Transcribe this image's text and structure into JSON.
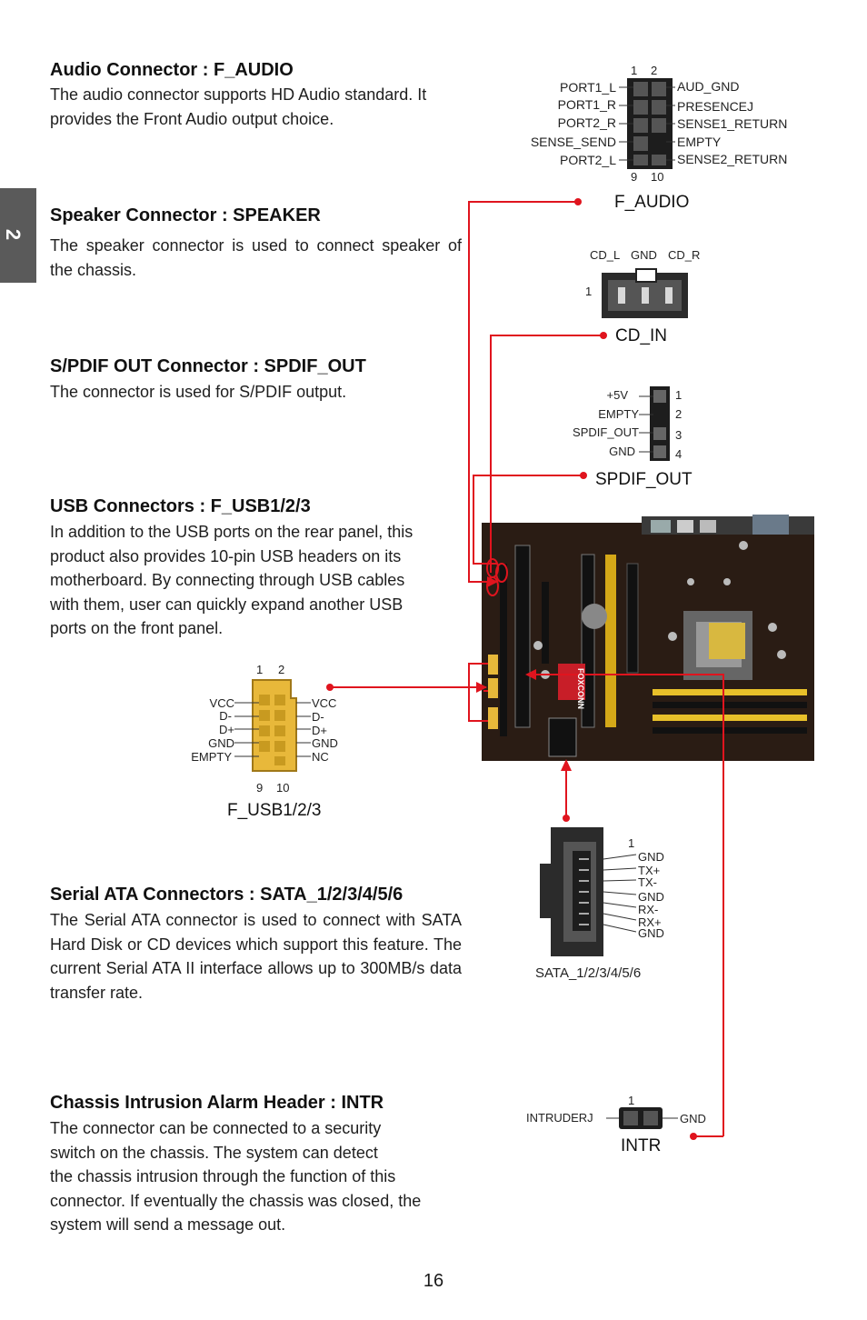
{
  "side_tab": "2",
  "page_number": "16",
  "sections": {
    "audio": {
      "title": "Audio Connector : F_AUDIO",
      "body": "The audio connector supports HD Audio standard. It provides the Front Audio output choice."
    },
    "speaker": {
      "title": "Speaker Connector : SPEAKER",
      "body": "The speaker connector is used to connect speaker of the chassis."
    },
    "spdif": {
      "title": "S/PDIF OUT Connector : SPDIF_OUT",
      "body": "The connector is used for S/PDIF output."
    },
    "usb": {
      "title": "USB Connectors : F_USB1/2/3",
      "lines": [
        "In addition to the USB ports on the rear panel, this",
        "product also provides 10-pin USB headers on its",
        "motherboard. By connecting through USB cables",
        "with them, user can quickly expand another USB",
        "ports on the front panel."
      ]
    },
    "sata": {
      "title": "Serial ATA Connectors : SATA_1/2/3/4/5/6",
      "body": "The Serial ATA connector is used to connect with SATA Hard Disk or CD devices which support this feature. The current Serial ATA II interface allows up to 300MB/s data transfer rate."
    },
    "intr": {
      "title": "Chassis Intrusion Alarm Header : INTR",
      "lines": [
        "The connector can be connected to a security",
        "switch on the chassis. The system can detect",
        "the chassis intrusion through the function of this",
        "connector. If eventually the chassis was closed, the",
        "system will send a message out."
      ]
    }
  },
  "diagrams": {
    "f_audio": {
      "caption": "F_AUDIO",
      "pin_top": [
        "1",
        "2"
      ],
      "pin_bottom": [
        "9",
        "10"
      ],
      "left_pins": [
        "PORT1_L",
        "PORT1_R",
        "PORT2_R",
        "SENSE_SEND",
        "PORT2_L"
      ],
      "right_pins": [
        "AUD_GND",
        "PRESENCEJ",
        "SENSE1_RETURN",
        "EMPTY",
        "SENSE2_RETURN"
      ]
    },
    "cd_in": {
      "caption": "CD_IN",
      "pins": [
        "CD_L",
        "GND",
        "CD_R"
      ],
      "pin_one": "1"
    },
    "spdif_out": {
      "caption": "SPDIF_OUT",
      "pins": [
        "+5V",
        "EMPTY",
        "SPDIF_OUT",
        "GND"
      ],
      "numbers": [
        "1",
        "2",
        "3",
        "4"
      ]
    },
    "f_usb": {
      "caption": "F_USB1/2/3",
      "pin_top": [
        "1",
        "2"
      ],
      "pin_bottom": [
        "9",
        "10"
      ],
      "left_pins": [
        "VCC",
        "D-",
        "D+",
        "GND",
        "EMPTY"
      ],
      "right_pins": [
        "VCC",
        "D-",
        "D+",
        "GND",
        "NC"
      ]
    },
    "sata": {
      "caption": "SATA_1/2/3/4/5/6",
      "pin_one": "1",
      "pins": [
        "GND",
        "TX+",
        "TX-",
        "GND",
        "RX-",
        "RX+",
        "GND"
      ]
    },
    "intr": {
      "caption": "INTR",
      "pin_one": "1",
      "left_pin": "INTRUDERJ",
      "right_pin": "GND"
    },
    "board": {
      "brand": "FOXCONN"
    }
  },
  "colors": {
    "leader": "#e0141e",
    "board": "#2a1c14",
    "header_gold": "#e8b83a",
    "tab": "#5a5a5a"
  }
}
